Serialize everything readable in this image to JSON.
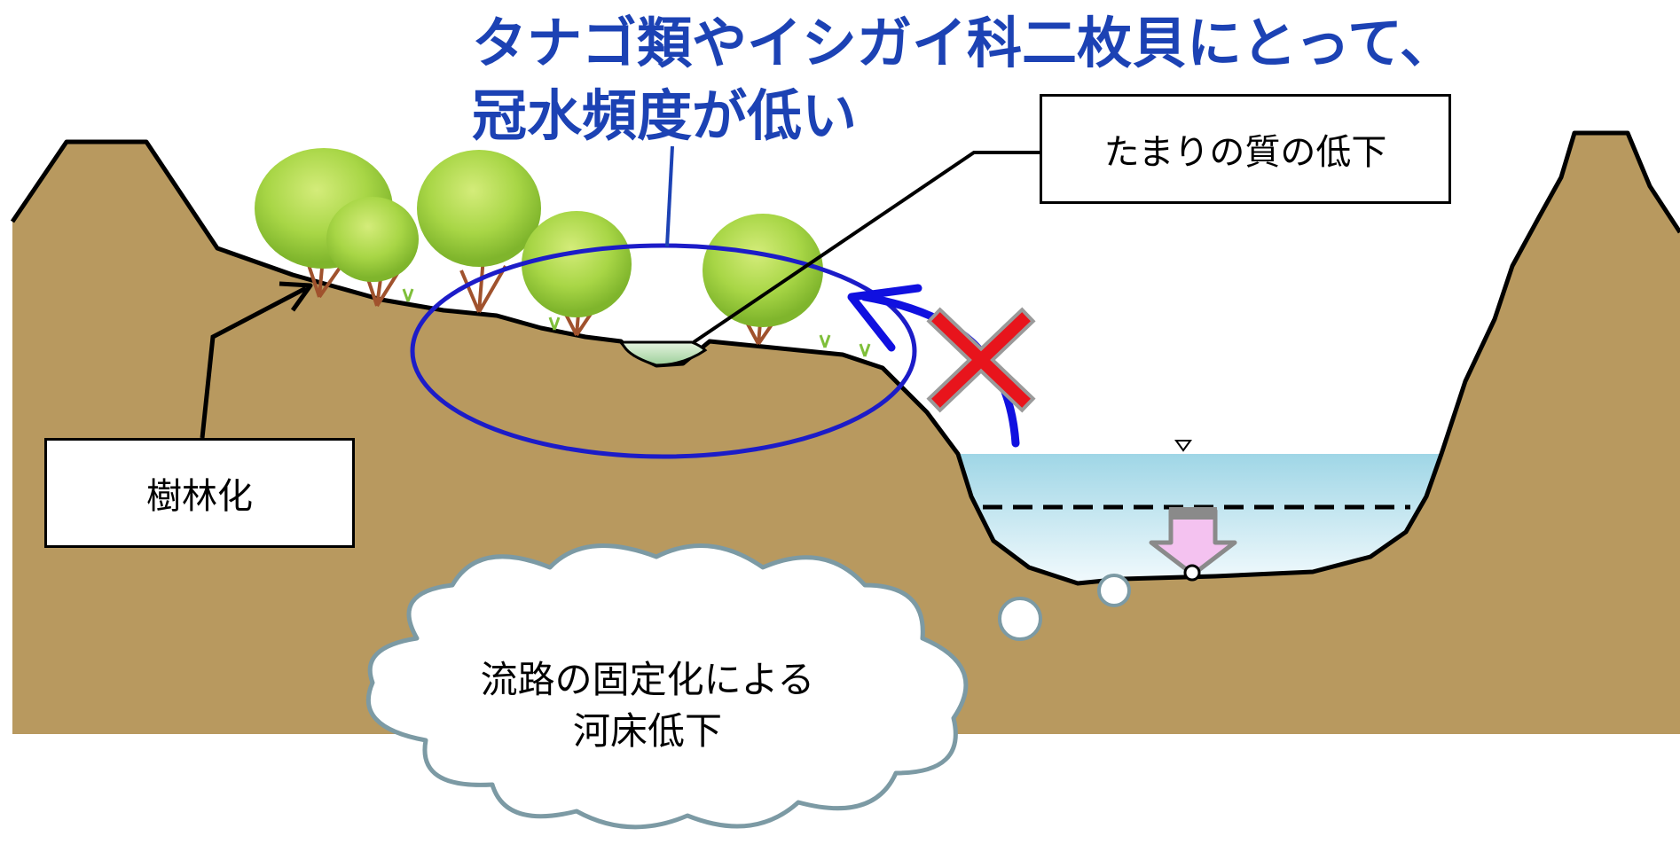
{
  "heading": {
    "line1": "タナゴ類やイシガイ科二枚貝にとって、",
    "line2": "冠水頻度が低い"
  },
  "labels": {
    "pool_quality": "たまりの質の低下",
    "forestation": "樹林化"
  },
  "cloud": {
    "line1": "流路の固定化による",
    "line2": "河床低下"
  },
  "colors": {
    "ground": "#b8995f",
    "ground_outline": "#000000",
    "water": "#bfe8f2",
    "heading": "#1c42b4",
    "highlight_ellipse": "#1c1cc8",
    "arrow_blue": "#1010e0",
    "cross_red": "#e8141c",
    "tree_leaves": "#98cf3c",
    "down_arrow": "#f4c2f0",
    "cloud_outline": "#7c9aa4"
  },
  "icons": {
    "water_level": "inverted-triangle-icon",
    "blocked": "cross-icon",
    "lowering": "down-arrow-icon"
  }
}
